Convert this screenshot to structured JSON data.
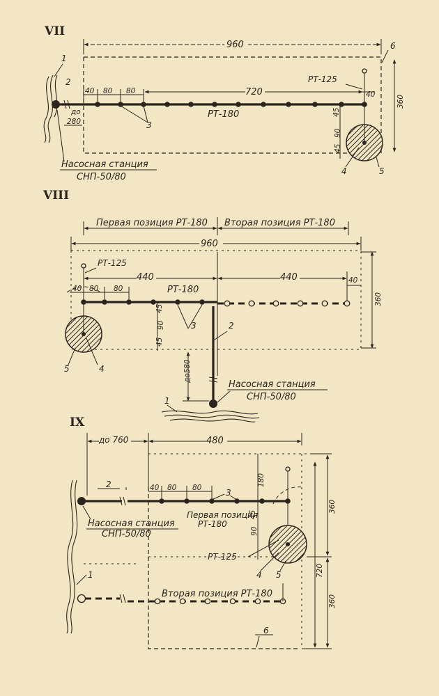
{
  "schemes": [
    {
      "numeral": "VII",
      "dims": {
        "total": "960",
        "main": "720",
        "s40a": "40",
        "s80a": "80",
        "s80b": "80",
        "s40r": "40",
        "s45": "45",
        "s90": "90",
        "s45b": "45",
        "h360": "360",
        "do": "до",
        "d280": "280"
      },
      "labels": {
        "pipe": "РТ-180",
        "rt125": "РТ-125",
        "station1": "Насосная станция",
        "station2": "СНП-50/80"
      },
      "refs": {
        "r1": "1",
        "r2": "2",
        "r3": "3",
        "r4": "4",
        "r5": "5",
        "r6": "6"
      }
    },
    {
      "numeral": "VIII",
      "dims": {
        "total": "960",
        "left440": "440",
        "right440": "440",
        "s40a": "40",
        "s80a": "80",
        "s80b": "80",
        "s40r": "40",
        "s45": "45",
        "s90": "90",
        "s45b": "45",
        "h360": "360",
        "d580": "до580"
      },
      "labels": {
        "pos1": "Первая позиция РТ-180",
        "pos2": "Вторая позиция РТ-180",
        "pipe": "РТ-180",
        "rt125": "РТ-125",
        "station1": "Насосная станция",
        "station2": "СНП-50/80"
      },
      "refs": {
        "r1": "1",
        "r2": "2",
        "r3": "3",
        "r4": "4",
        "r5": "5"
      }
    },
    {
      "numeral": "IX",
      "dims": {
        "do760": "до 760",
        "w480": "480",
        "s40a": "40",
        "s80a": "80",
        "s80b": "80",
        "s180": "180",
        "s45": "45",
        "s90": "90",
        "h360a": "360",
        "h720": "720",
        "h360b": "360"
      },
      "labels": {
        "pos1a": "Первая позиция",
        "pos1b": "РТ-180",
        "pos2": "Вторая позиция РТ-180",
        "rt125": "РТ-125",
        "station1": "Насосная станция",
        "station2": "СНП-50/80"
      },
      "refs": {
        "r1": "1",
        "r2": "2",
        "r3": "3",
        "r4": "4",
        "r5": "5",
        "r6": "6"
      }
    }
  ]
}
